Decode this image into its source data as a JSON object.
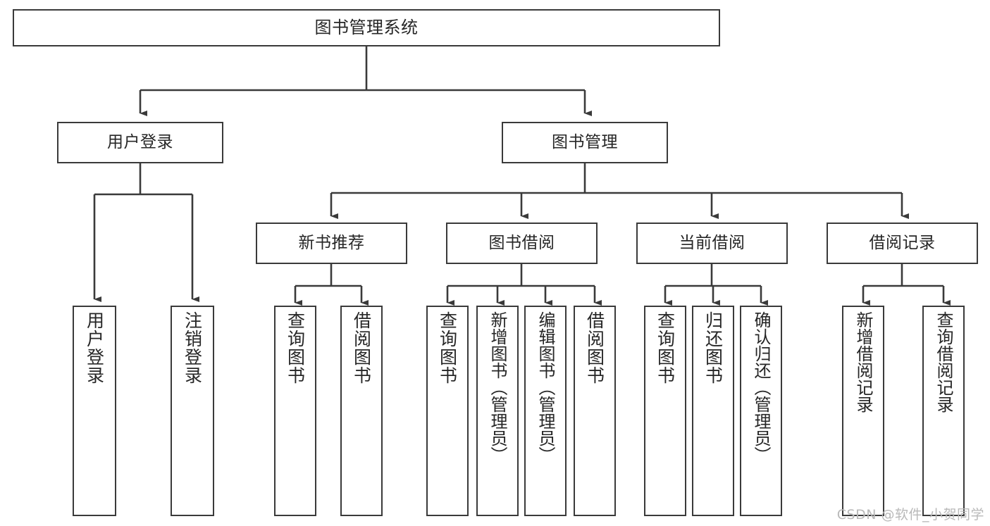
{
  "diagram": {
    "title": "图书管理系统",
    "type": "tree",
    "stroke_color": "#3a3a3a",
    "fill_color": "#ffffff",
    "text_color": "#262626",
    "watermark": "CSDN @软件_小贺同学",
    "nodes": {
      "root": {
        "label": "图书管理系统",
        "level": 0
      },
      "user_login": {
        "label": "用户登录",
        "level": 1
      },
      "book_manage": {
        "label": "图书管理",
        "level": 1
      },
      "new_book_rec": {
        "label": "新书推荐",
        "level": 2
      },
      "book_borrow": {
        "label": "图书借阅",
        "level": 2
      },
      "current_borrow": {
        "label": "当前借阅",
        "level": 2
      },
      "borrow_record": {
        "label": "借阅记录",
        "level": 2
      },
      "leaf_user_login": {
        "label": "用户登录",
        "level": 3
      },
      "leaf_logout": {
        "label": "注销登录",
        "level": 3
      },
      "leaf_query_book_1": {
        "label": "查询图书",
        "level": 3
      },
      "leaf_borrow_book_1": {
        "label": "借阅图书",
        "level": 3
      },
      "leaf_query_book_2": {
        "label": "查询图书",
        "level": 3
      },
      "leaf_add_book": {
        "label": "新增图书（管理员）",
        "level": 3
      },
      "leaf_edit_book": {
        "label": "编辑图书（管理员）",
        "level": 3
      },
      "leaf_borrow_book_2": {
        "label": "借阅图书",
        "level": 3
      },
      "leaf_query_book_3": {
        "label": "查询图书",
        "level": 3
      },
      "leaf_return_book": {
        "label": "归还图书",
        "level": 3
      },
      "leaf_confirm_return": {
        "label": "确认归还（管理员）",
        "level": 3
      },
      "leaf_add_record": {
        "label": "新增借阅记录",
        "level": 3
      },
      "leaf_query_record": {
        "label": "查询借阅记录",
        "level": 3
      }
    },
    "edges": [
      {
        "from": "root",
        "to": "user_login"
      },
      {
        "from": "root",
        "to": "book_manage"
      },
      {
        "from": "user_login",
        "to": "leaf_user_login"
      },
      {
        "from": "user_login",
        "to": "leaf_logout"
      },
      {
        "from": "book_manage",
        "to": "new_book_rec"
      },
      {
        "from": "book_manage",
        "to": "book_borrow"
      },
      {
        "from": "book_manage",
        "to": "current_borrow"
      },
      {
        "from": "book_manage",
        "to": "borrow_record"
      },
      {
        "from": "new_book_rec",
        "to": "leaf_query_book_1"
      },
      {
        "from": "new_book_rec",
        "to": "leaf_borrow_book_1"
      },
      {
        "from": "book_borrow",
        "to": "leaf_query_book_2"
      },
      {
        "from": "book_borrow",
        "to": "leaf_add_book"
      },
      {
        "from": "book_borrow",
        "to": "leaf_edit_book"
      },
      {
        "from": "book_borrow",
        "to": "leaf_borrow_book_2"
      },
      {
        "from": "current_borrow",
        "to": "leaf_query_book_3"
      },
      {
        "from": "current_borrow",
        "to": "leaf_return_book"
      },
      {
        "from": "current_borrow",
        "to": "leaf_confirm_return"
      },
      {
        "from": "borrow_record",
        "to": "leaf_add_record"
      },
      {
        "from": "borrow_record",
        "to": "leaf_query_record"
      }
    ]
  }
}
